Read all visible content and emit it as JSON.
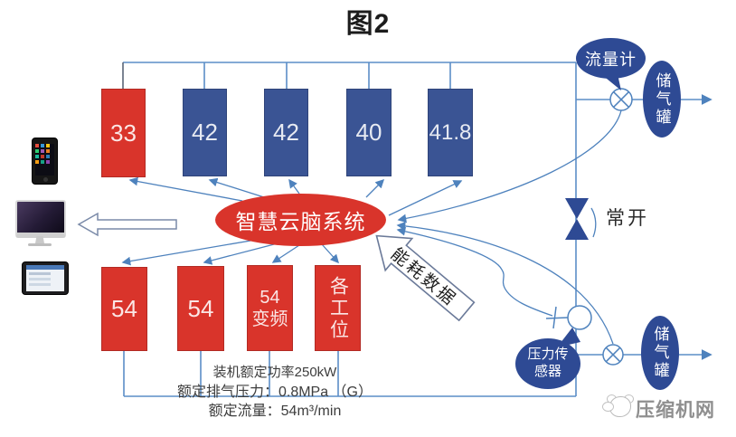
{
  "title": "图2",
  "cloud": {
    "label": "智慧云脑系统"
  },
  "top_row": [
    {
      "value": "33"
    },
    {
      "value": "42"
    },
    {
      "value": "42"
    },
    {
      "value": "40"
    },
    {
      "value": "41.8"
    }
  ],
  "bottom_row": [
    {
      "value": "54"
    },
    {
      "value": "54"
    },
    {
      "value": "54",
      "value2": "变频"
    },
    {
      "value": "各工位"
    }
  ],
  "right_side": {
    "flow_meter_label": "流量计",
    "tank_top_label": "储气罐",
    "tank_bottom_label": "储气罐",
    "valve_label": "常开",
    "pressure_sensor_line1": "压力传",
    "pressure_sensor_line2": "感器"
  },
  "energy_arrow_label": "能耗数据",
  "specs": {
    "line1": "装机额定功率250kW",
    "line2": "额定排气压力：0.8MPa （G）",
    "line3": "额定流量：54m³/min"
  },
  "watermark": "压缩机网",
  "colors": {
    "compressor_red": "#d9342b",
    "compressor_blue": "#3a5494",
    "bubble_navy": "#2e4a94",
    "line_blue": "#5b8ec7"
  }
}
